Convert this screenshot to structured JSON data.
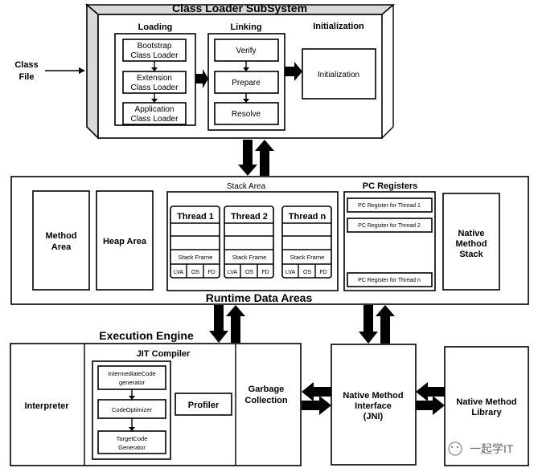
{
  "class_loader": {
    "title": "Class Loader SubSystem",
    "loading_title": "Loading",
    "bootstrap": [
      "Bootstrap",
      "Class Loader"
    ],
    "extension": [
      "Extension",
      "Class Loader"
    ],
    "application": [
      "Application",
      "Class Loader"
    ],
    "linking_title": "Linking",
    "verify": "Verify",
    "prepare": "Prepare",
    "resolve": "Resolve",
    "initialization_title": "Initialization",
    "initialization_box": "Initialization"
  },
  "class_file": [
    "Class",
    "File"
  ],
  "runtime": {
    "title": "Runtime Data Areas",
    "method_area": [
      "Method",
      "Area"
    ],
    "heap_area": "Heap Area",
    "stack_area_title": "Stack Area",
    "threads": [
      {
        "name": "Thread 1",
        "frame": "Stack Frame",
        "cells": [
          "LVA",
          "OS",
          "FD"
        ]
      },
      {
        "name": "Thread 2",
        "frame": "Stack Frame",
        "cells": [
          "LVA",
          "OS",
          "FD"
        ]
      },
      {
        "name": "Thread n",
        "frame": "Stack Frame",
        "cells": [
          "LVA",
          "OS",
          "FD"
        ]
      }
    ],
    "pc_title": "PC Registers",
    "pc_items": [
      "PC Register for Thread 1",
      "PC Register for Thread 2",
      "PC Register for Thread n"
    ],
    "native_stack": [
      "Native",
      "Method",
      "Stack"
    ]
  },
  "execution": {
    "title": "Execution Engine",
    "interpreter": "Interpreter",
    "jit_title": "JIT Compiler",
    "intermediate": [
      "IntermediateCode",
      "generator"
    ],
    "optimizer": "CodeOptimizer",
    "target": [
      "TargetCode",
      "Generator"
    ],
    "profiler": "Profiler",
    "gc": [
      "Garbage",
      "Collection"
    ]
  },
  "native_interface": [
    "Native Method",
    "Interface",
    "(JNI)"
  ],
  "native_library": [
    "Native Method",
    "Library"
  ],
  "watermark": "一起学IT"
}
